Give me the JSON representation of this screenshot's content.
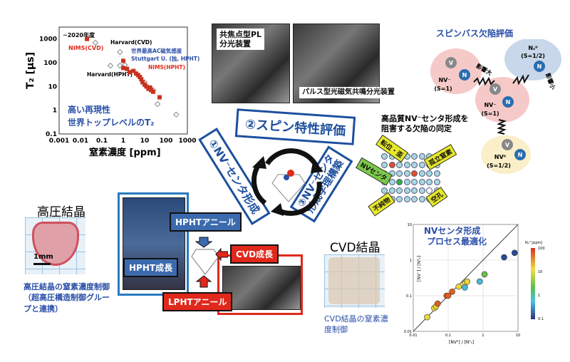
{
  "t2_chart": {
    "ylabel": "T₂ [μs]",
    "xlabel": "窒素濃度 [ppm]",
    "xticks": [
      "0.001",
      "0.01",
      "0.1",
      "1",
      "10",
      "100",
      "1000"
    ],
    "yticks": [
      "0.1",
      "1",
      "10",
      "100",
      "1000"
    ],
    "annotations": {
      "era": "~2020年度",
      "nims_cvd": "NIMS(CVD)",
      "harvard_cvd": "Harvard(CVD)",
      "world_ac": "世界最高AC磁気感度",
      "stuttgart": "Stuttgart U. (独, HPHT)",
      "nims_hpht": "NIMS(HPHT)",
      "harvard_hpht": "Harvard(HPHT)"
    },
    "caption1": "高い再現性",
    "caption2": "世界トップレベルのT₂",
    "nims": [
      [
        0.02,
        1000
      ],
      [
        1,
        120
      ],
      [
        1,
        60
      ],
      [
        1.5,
        55
      ],
      [
        2,
        40
      ],
      [
        3,
        45
      ],
      [
        4,
        35
      ],
      [
        5,
        30
      ],
      [
        6,
        25
      ],
      [
        7,
        20
      ],
      [
        8,
        15
      ],
      [
        10,
        12
      ],
      [
        12,
        10
      ],
      [
        15,
        8
      ],
      [
        18,
        9
      ],
      [
        20,
        7
      ],
      [
        25,
        6
      ],
      [
        50,
        3.5
      ]
    ],
    "others": [
      [
        0.05,
        700
      ],
      [
        0.25,
        75
      ],
      [
        0.7,
        75
      ],
      [
        0.7,
        280
      ],
      [
        1.2,
        80
      ],
      [
        10,
        15
      ],
      [
        25,
        7
      ],
      [
        40,
        1.8
      ],
      [
        300,
        0.65
      ]
    ],
    "colors": {
      "nims": "#c8321e",
      "others": "#888888"
    }
  },
  "photos": {
    "pl": "共焦点型PL\n分光装置",
    "pulse": "パルス型光磁気共鳴分光装置"
  },
  "spin_bath": {
    "title": "スピンバス欠陥評価",
    "nv1": "NV⁻",
    "nv1_spin": "(S=1)",
    "nv2": "NV⁻",
    "nv2_spin": "(S=1)",
    "ns": "Nₛ⁰",
    "ns_spin": "(S=1/2)",
    "nv0": "NV⁰",
    "nv0_spin": "(S=1/2)",
    "big": "影響大",
    "small": "影響小",
    "v": "V",
    "n": "N"
  },
  "defects": {
    "title1": "高品質NV⁻センタ形成を",
    "title2": "阻害する欠陥の同定",
    "tags": [
      "転位・歪",
      "孤立窒素",
      "NVセンタ",
      "不純物",
      "空孔"
    ]
  },
  "cycle": {
    "step1": "①NV⁻センタ形成",
    "step2": "②スピン特性評価",
    "step3a": "③NV⁻センタ",
    "step3b": "形成学理構築"
  },
  "hpht": {
    "title": "高圧結晶",
    "scale": "1mm",
    "caption": "高圧結晶の窒素濃度制御（超高圧構造制御グループと連携）"
  },
  "process": {
    "hpht_anneal": "HPHTアニール",
    "hpht_growth": "HPHT成長",
    "cvd_growth": "CVD成長",
    "lpht_anneal": "LPHTアニール"
  },
  "cvd": {
    "title": "CVD結晶",
    "caption": "CVD結晶の窒素濃度制御"
  },
  "nv_chart": {
    "title1": "NVセンタ形成",
    "title2": "プロセス最適化",
    "xlabel": "[NV⁰] / [N⁰ₛ]",
    "ylabel": "[NV⁻] / [N⁰ₛ]",
    "ticks": [
      "0.01",
      "0.1",
      "1",
      "10"
    ],
    "cbar_label": "Nₛ⁰ [ppm]",
    "cbar_ticks": [
      "100",
      "10",
      "1",
      "0.1"
    ],
    "points": [
      [
        0.025,
        0.025,
        20
      ],
      [
        0.04,
        0.045,
        25
      ],
      [
        0.045,
        0.05,
        22
      ],
      [
        0.05,
        0.06,
        30
      ],
      [
        0.09,
        0.1,
        60
      ],
      [
        0.1,
        0.1,
        50
      ],
      [
        0.13,
        0.13,
        30
      ],
      [
        0.2,
        0.18,
        20
      ],
      [
        0.3,
        0.22,
        8
      ],
      [
        0.35,
        0.25,
        7
      ],
      [
        0.3,
        0.17,
        1.5
      ],
      [
        0.8,
        0.25,
        1.2
      ],
      [
        1.1,
        0.4,
        5
      ],
      [
        4,
        1.2,
        0.3
      ],
      [
        8,
        1.6,
        0.2
      ]
    ]
  }
}
